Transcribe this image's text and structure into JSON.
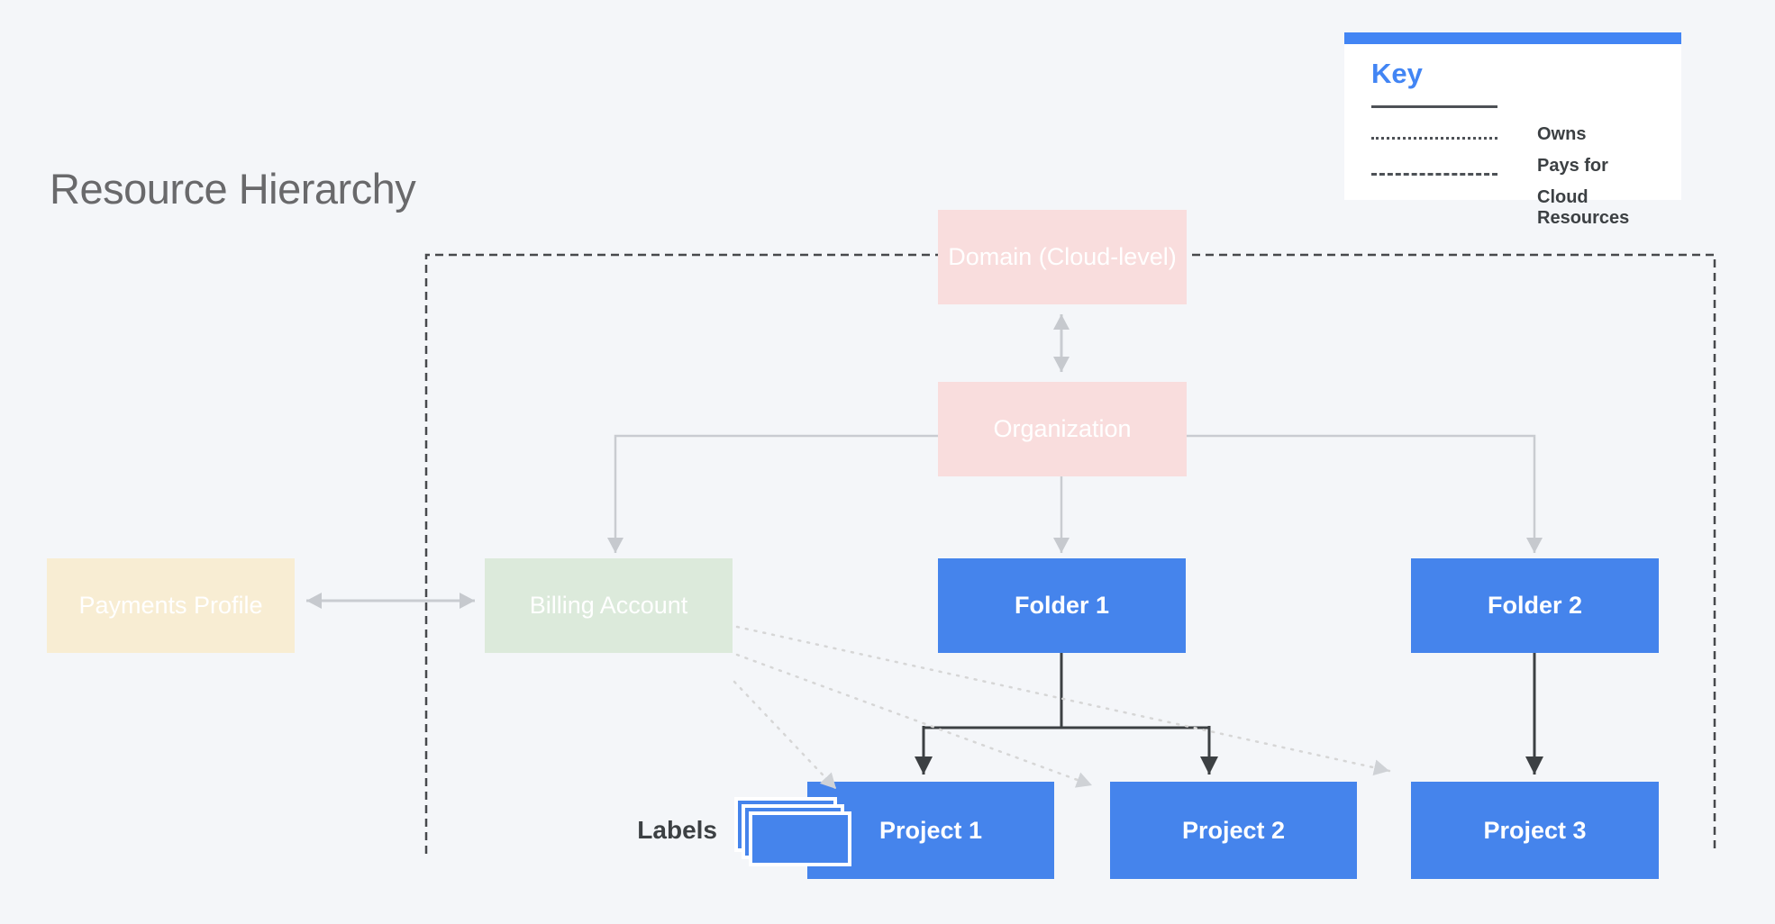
{
  "title": "Resource Hierarchy",
  "legend": {
    "heading": "Key",
    "items": [
      {
        "line_style": "solid",
        "label": "Owns"
      },
      {
        "line_style": "dotted",
        "label": "Pays for"
      },
      {
        "line_style": "dashed",
        "label": "Cloud Resources"
      }
    ]
  },
  "nodes": {
    "domain": {
      "label": "Domain (Cloud-level)",
      "color": "#f9dddd"
    },
    "organization": {
      "label": "Organization",
      "color": "#f9dddd"
    },
    "payments_profile": {
      "label": "Payments Profile",
      "color": "#f8edd3"
    },
    "billing_account": {
      "label": "Billing Account",
      "color": "#dceadb"
    },
    "folder1": {
      "label": "Folder 1",
      "color": "#4584ec"
    },
    "folder2": {
      "label": "Folder 2",
      "color": "#4584ec"
    },
    "project1": {
      "label": "Project 1",
      "color": "#4584ec"
    },
    "project2": {
      "label": "Project 2",
      "color": "#4584ec"
    },
    "project3": {
      "label": "Project 3",
      "color": "#4584ec"
    }
  },
  "annotations": {
    "labels_tag": "Labels"
  },
  "relationships": [
    {
      "from": "Domain (Cloud-level)",
      "to": "Organization",
      "type": "owns",
      "bidirectional": true
    },
    {
      "from": "Organization",
      "to": "Billing Account",
      "type": "owns"
    },
    {
      "from": "Organization",
      "to": "Folder 1",
      "type": "owns"
    },
    {
      "from": "Organization",
      "to": "Folder 2",
      "type": "owns"
    },
    {
      "from": "Payments Profile",
      "to": "Billing Account",
      "type": "owns",
      "bidirectional": true
    },
    {
      "from": "Folder 1",
      "to": "Project 1",
      "type": "owns"
    },
    {
      "from": "Folder 1",
      "to": "Project 2",
      "type": "owns"
    },
    {
      "from": "Folder 2",
      "to": "Project 3",
      "type": "owns"
    },
    {
      "from": "Billing Account",
      "to": "Project 1",
      "type": "pays_for"
    },
    {
      "from": "Billing Account",
      "to": "Project 2",
      "type": "pays_for"
    },
    {
      "from": "Billing Account",
      "to": "Project 3",
      "type": "pays_for"
    }
  ],
  "colors": {
    "background": "#f4f6f9",
    "accent_blue": "#4285f4",
    "node_blue": "#4584ec",
    "node_pink": "#f9dddd",
    "node_green": "#dceadb",
    "node_cream": "#f8edd3",
    "connector_gray": "#c9ccd1",
    "connector_dark": "#3c4043",
    "dotted_gray": "#d6d6d6",
    "boundary_dark": "#47494c"
  }
}
